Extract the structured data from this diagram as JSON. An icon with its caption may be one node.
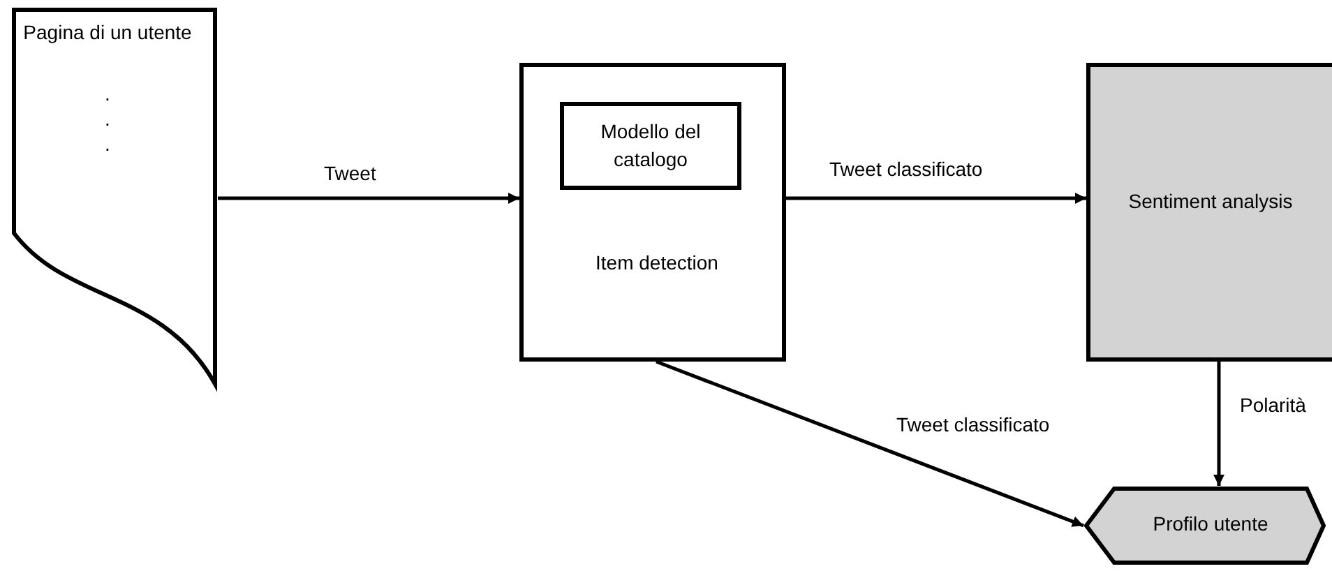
{
  "diagram": {
    "nodes": [
      {
        "text": [
          "Pagina di un utente",
          ".",
          ".",
          "."
        ]
      },
      {
        "text": [
          "Item detection"
        ]
      },
      {
        "text": [
          "Modello del catalogo"
        ],
        "in": 1
      },
      {
        "text": [
          "Sentiment analysis"
        ]
      },
      {
        "text": [
          "Profilo utente"
        ]
      }
    ],
    "edges": [
      {
        "from": 0,
        "to": 1,
        "arrow": "to",
        "label": "Tweet"
      },
      {
        "from": 1,
        "to": 3,
        "arrow": "to",
        "label": "Tweet classificato"
      },
      {
        "from": 1,
        "to": 4,
        "arrow": "to",
        "label": "Tweet classificato"
      },
      {
        "from": 3,
        "to": 4,
        "arrow": "to",
        "label": "Polarità"
      }
    ]
  }
}
